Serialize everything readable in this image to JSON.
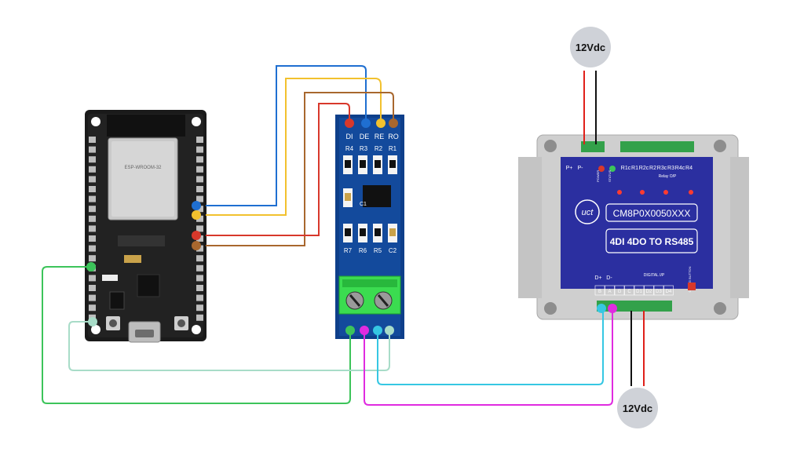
{
  "power": {
    "top_label": "12Vdc",
    "bottom_label": "12Vdc"
  },
  "rs485_module": {
    "pin_labels": [
      "DI",
      "DE",
      "RE",
      "RO"
    ],
    "resistor_labels": [
      "R4",
      "R3",
      "R2",
      "R1"
    ],
    "lower_labels": [
      "R7",
      "R6",
      "R5",
      "C2"
    ],
    "cap_label": "C1"
  },
  "controller": {
    "model": "CM8P0X0050XXX",
    "description": "4DI 4DO TO RS485",
    "brand": "uct",
    "top_terminals": [
      "P+",
      "P-",
      "R1c",
      "R1",
      "R2c",
      "R2",
      "R3c",
      "R3",
      "R4c",
      "R4"
    ],
    "power_led_label": "POWER",
    "status_led_label": "STATUS",
    "relay_label": "Relay O/P",
    "bottom_terminals": [
      "B",
      "A",
      "G",
      "C",
      "D1",
      "D2",
      "D3",
      "D4"
    ],
    "bus_labels": [
      "D+",
      "D-"
    ],
    "digital_label": "DIGITAL I/P",
    "config_label": "CONFIG BUTTON"
  },
  "esp32": {
    "chip_label": "ESP-WROOM-32"
  },
  "wire_colors": {
    "blue": "#1f6fd1",
    "yellow": "#f2c12e",
    "brown": "#a8672e",
    "red": "#d8382b",
    "green": "#3cc45a",
    "cyan": "#36c7e3",
    "magenta": "#e02be0",
    "mint": "#a8dcc8",
    "black": "#111111",
    "power_red": "#e0201a"
  }
}
